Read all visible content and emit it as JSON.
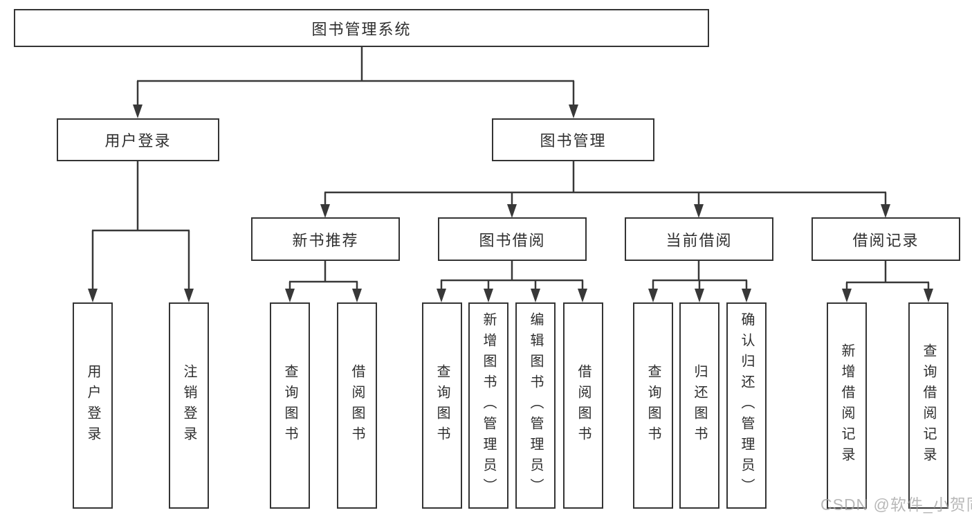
{
  "diagram": {
    "root": {
      "label": "图书管理系统"
    },
    "level2": {
      "user_login": {
        "label": "用户登录"
      },
      "book_mgmt": {
        "label": "图书管理"
      }
    },
    "level3": {
      "new_book_rec": {
        "label": "新书推荐"
      },
      "book_borrow": {
        "label": "图书借阅"
      },
      "current_borrow": {
        "label": "当前借阅"
      },
      "borrow_records": {
        "label": "借阅记录"
      }
    },
    "leaves": {
      "user_login_leaf": {
        "label": "用户登录"
      },
      "logout": {
        "label": "注销登录"
      },
      "nbr_query": {
        "label": "查询图书"
      },
      "nbr_borrow": {
        "label": "借阅图书"
      },
      "bb_query": {
        "label": "查询图书"
      },
      "bb_add": {
        "label": "新增图书（管理员）"
      },
      "bb_edit": {
        "label": "编辑图书（管理员）"
      },
      "bb_borrow": {
        "label": "借阅图书"
      },
      "cb_query": {
        "label": "查询图书"
      },
      "cb_return": {
        "label": "归还图书"
      },
      "cb_confirm": {
        "label": "确认归还（管理员）"
      },
      "br_add": {
        "label": "新增借阅记录"
      },
      "br_query": {
        "label": "查询借阅记录"
      }
    },
    "colors": {
      "line": "#383838",
      "box_border": "#343434",
      "background": "#ffffff",
      "watermark_gray": "#a0a0a0"
    }
  },
  "watermark": {
    "text": "CSDN @软件_小贺同学"
  }
}
